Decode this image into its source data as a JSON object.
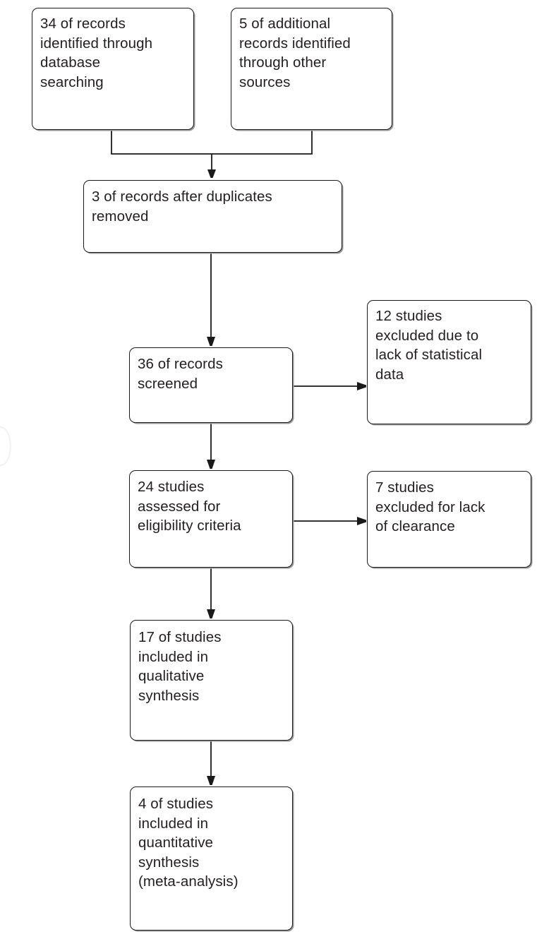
{
  "diagram": {
    "title": "PRISMA study selection flow diagram",
    "type": "flowchart",
    "background_color": "#ffffff",
    "line_color": "#1a1a1a",
    "text_color": "#231f20",
    "nodes": {
      "db_records": {
        "text": "34 of records\nidentified through\ndatabase\nsearching",
        "count": 34
      },
      "other_records": {
        "text": "5 of additional\nrecords identified\nthrough other\nsources",
        "count": 5
      },
      "duplicates_removed": {
        "text": "3 of records after duplicates\nremoved",
        "count": 3
      },
      "screened": {
        "text": "36 of records\nscreened",
        "count": 36
      },
      "excluded_statistical": {
        "text": "12 studies\nexcluded due to\nlack of statistical\ndata",
        "count": 12
      },
      "eligibility": {
        "text": "24 studies\nassessed for\neligibility criteria",
        "count": 24
      },
      "excluded_clearance": {
        "text": "7 studies\nexcluded for lack\nof clearance",
        "count": 7
      },
      "qualitative": {
        "text": "17 of studies\nincluded in\nqualitative\nsynthesis",
        "count": 17
      },
      "quantitative": {
        "text": "4 of studies\nincluded in\nquantitative\nsynthesis\n(meta-analysis)",
        "count": 4
      }
    },
    "edges": [
      {
        "from": "db_records",
        "to": "duplicates_removed",
        "style": "elbow-merge-arrow"
      },
      {
        "from": "other_records",
        "to": "duplicates_removed",
        "style": "elbow-merge-arrow"
      },
      {
        "from": "duplicates_removed",
        "to": "screened",
        "style": "vertical-arrow"
      },
      {
        "from": "screened",
        "to": "excluded_statistical",
        "style": "horizontal-arrow"
      },
      {
        "from": "screened",
        "to": "eligibility",
        "style": "vertical-arrow"
      },
      {
        "from": "eligibility",
        "to": "excluded_clearance",
        "style": "horizontal-arrow"
      },
      {
        "from": "eligibility",
        "to": "qualitative",
        "style": "vertical-arrow"
      },
      {
        "from": "qualitative",
        "to": "quantitative",
        "style": "vertical-arrow"
      }
    ]
  }
}
